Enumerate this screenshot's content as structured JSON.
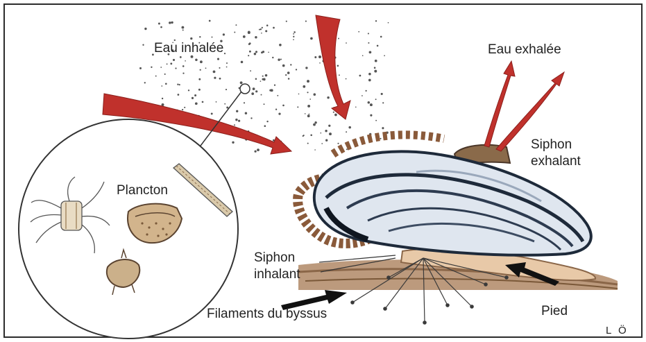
{
  "labels": {
    "eau_inhalee": "Eau inhalée",
    "eau_exhalee": "Eau exhalée",
    "plancton": "Plancton",
    "siphon_exhalant_line1": "Siphon",
    "siphon_exhalant_line2": "exhalant",
    "siphon_inhalant_line1": "Siphon",
    "siphon_inhalant_line2": "inhalant",
    "filaments": "Filaments du byssus",
    "pied": "Pied",
    "credit": "L Ö"
  },
  "colors": {
    "arrow_red": "#c0312c",
    "shell_dark": "#1e2a3a",
    "shell_light": "#dfe6ef",
    "fringe": "#8a5a3a",
    "ground": "#b08866",
    "foot": "#e8c9a8",
    "siphon": "#8a6a4a",
    "line": "#333333"
  }
}
